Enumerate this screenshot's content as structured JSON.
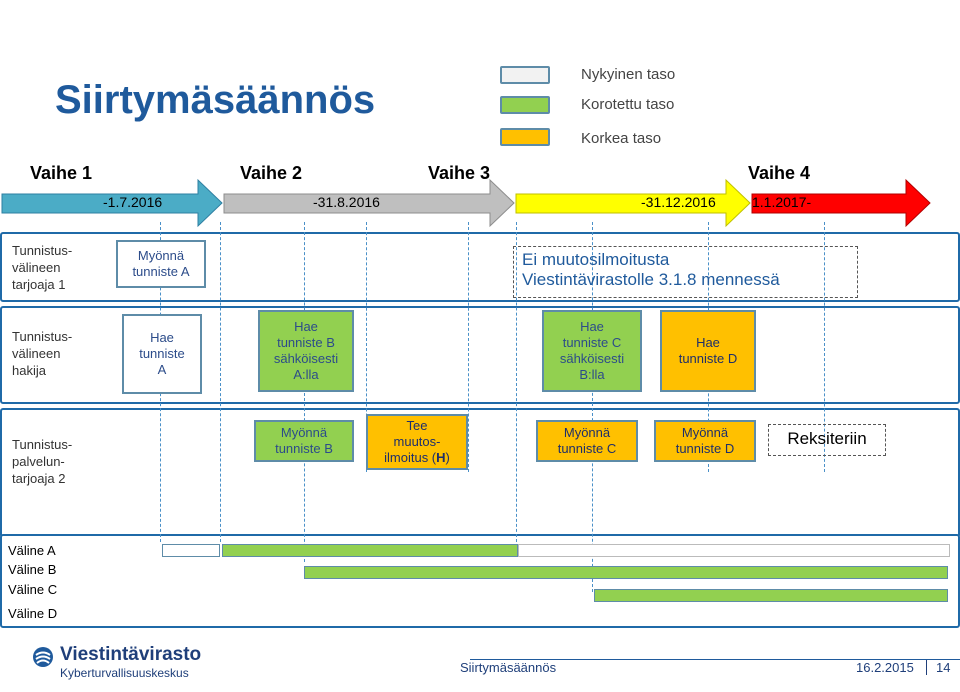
{
  "title": "Siirtymäsäännös",
  "legend": [
    {
      "label": "Nykyinen taso",
      "color": "#f2f2f2"
    },
    {
      "label": "Korotettu taso",
      "color": "#92d050"
    },
    {
      "label": "Korkea taso",
      "color": "#ffc000"
    }
  ],
  "phases": [
    {
      "label": "Vaihe 1",
      "date": "-1.7.2016",
      "color": "#4bacc6"
    },
    {
      "label": "Vaihe 2",
      "date": "-31.8.2016",
      "color": "#bfbfbf"
    },
    {
      "label": "Vaihe 3",
      "date": "-31.12.2016",
      "color": "#ffff00"
    },
    {
      "label": "Vaihe 4",
      "date": "1.1.2017-",
      "color": "#ff0000"
    }
  ],
  "rows": [
    {
      "label": "Tunnistus-\nvälineen\ntarjoaja 1"
    },
    {
      "label": "Tunnistus-\nvälineen\nhakija"
    },
    {
      "label": "Tunnistus-\npalvelun-\ntarjoaja 2"
    }
  ],
  "steps": {
    "myonna_a": "Myönnä\ntunniste A",
    "notice": "Ei muutosilmoitusta\nViestintävirastolle 3.1.8 mennessä",
    "hae_a": "Hae\ntunniste\nA",
    "hae_b": "Hae\ntunniste B\nsähköisesti\nA:lla",
    "hae_c": "Hae\ntunniste C\nsähköisesti\nB:lla",
    "hae_d": "Hae\ntunniste D",
    "myonna_b": "Myönnä\ntunniste B",
    "tee": "Tee\nmuutos-\nilmoitus (",
    "tee_bold": "H",
    "tee_end": ")",
    "myonna_c": "Myönnä\ntunniste C",
    "myonna_d": "Myönnä\ntunniste D",
    "reksiteriin": "Reksiteriin"
  },
  "media": [
    "Väline A",
    "Väline B",
    "Väline C",
    "Väline D"
  ],
  "footer": {
    "logo_name": "Viestintävirasto",
    "logo_sub": "Kyberturvallisuuskeskus",
    "center": "Siirtymäsäännös",
    "date": "16.2.2015",
    "page": "14"
  }
}
